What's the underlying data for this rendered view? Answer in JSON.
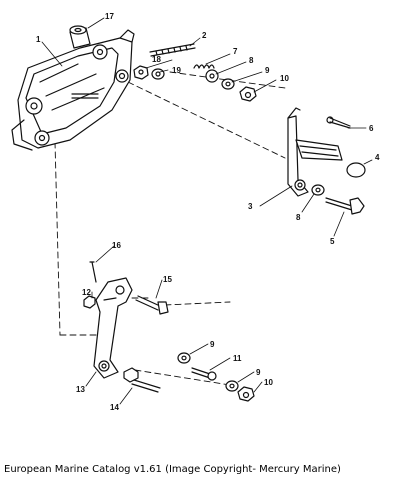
{
  "caption": "European Marine Catalog v1.61 (Image Copyright- Mercury Marine)",
  "callouts": {
    "c1": "1",
    "c2": "2",
    "c3": "3",
    "c4": "4",
    "c5": "5",
    "c6": "6",
    "c7": "7",
    "c8a": "8",
    "c8b": "8",
    "c9a": "9",
    "c9b": "9",
    "c9c": "9",
    "c10a": "10",
    "c10b": "10",
    "c11": "11",
    "c12": "12",
    "c13": "13",
    "c14": "14",
    "c15": "15",
    "c16": "16",
    "c17": "17",
    "c18": "18",
    "c19": "19"
  }
}
